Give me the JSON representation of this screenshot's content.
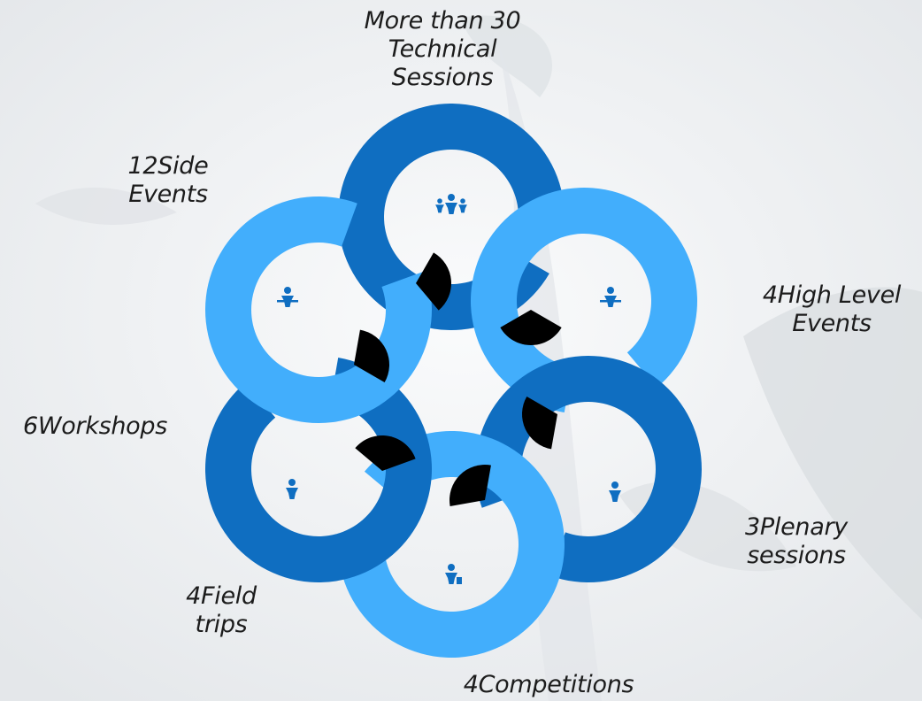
{
  "colors": {
    "dark_blue": "#0f6ec1",
    "light_blue": "#42aefc",
    "overlap": "#000000",
    "icon": "#0f6ec1"
  },
  "segments": [
    {
      "label": "More than 30\nTechnical\nSessions",
      "ring": "dark",
      "icon": "group-people-icon"
    },
    {
      "label": "4High Level\nEvents",
      "ring": "light",
      "icon": "speaker-podium-icon"
    },
    {
      "label": "3Plenary\nsessions",
      "ring": "dark",
      "icon": "businessman-icon"
    },
    {
      "label": "4Competitions",
      "ring": "light",
      "icon": "presenter-chart-icon"
    },
    {
      "label": "4Field\ntrips",
      "ring": "dark",
      "icon": "person-icon"
    },
    {
      "label": "6Workshops",
      "ring": "dark",
      "icon": "person-icon"
    },
    {
      "label": "12Side\nEvents",
      "ring": "light",
      "icon": "lectern-person-icon"
    }
  ]
}
